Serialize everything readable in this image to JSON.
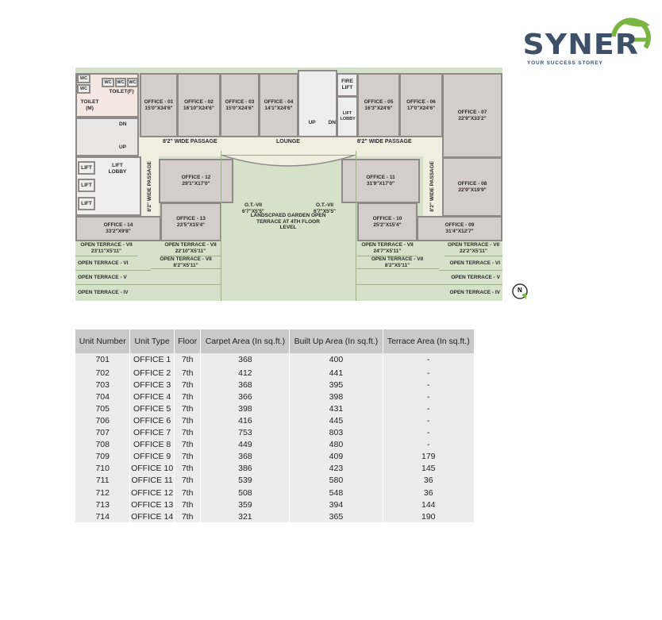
{
  "logo": {
    "word": "SYNER",
    "tagline": "YOUR SUCCESS STOREY",
    "colors": {
      "text": "#3e5068",
      "accent": "#7ab542"
    }
  },
  "plan": {
    "wc": [
      "WC",
      "WC",
      "WC",
      "WC",
      "WC"
    ],
    "toilet_f": "TOILET(F)",
    "toilet_m": "TOILET (M)",
    "up": "UP",
    "dn": "DN",
    "lift": "LIFT",
    "lift_lobby": "LIFT LOBBY",
    "fire_lift": "FIRE LIFT",
    "offices": {
      "o1": {
        "name": "OFFICE - 01",
        "size": "15'0\"X34'6\""
      },
      "o2": {
        "name": "OFFICE - 02",
        "size": "16'10\"X24'6\""
      },
      "o3": {
        "name": "OFFICE - 03",
        "size": "15'0\"X24'6\""
      },
      "o4": {
        "name": "OFFICE - 04",
        "size": "14'1\"X24'6\""
      },
      "o5": {
        "name": "OFFICE - 05",
        "size": "16'3\"X24'6\""
      },
      "o6": {
        "name": "OFFICE - 06",
        "size": "17'0\"X24'6\""
      },
      "o7": {
        "name": "OFFICE - 07",
        "size": "22'9\"X33'2\""
      },
      "o8": {
        "name": "OFFICE - 08",
        "size": "22'9\"X19'9\""
      },
      "o9": {
        "name": "OFFICE - 09",
        "size": "31'4\"X12'7\""
      },
      "o10": {
        "name": "OFFICE - 10",
        "size": "25'2\"X15'4\""
      },
      "o11": {
        "name": "OFFICE - 11",
        "size": "31'9\"X17'0\""
      },
      "o12": {
        "name": "OFFICE - 12",
        "size": "29'1\"X17'0\""
      },
      "o13": {
        "name": "OFFICE - 13",
        "size": "23'5\"X15'4\""
      },
      "o14": {
        "name": "OFFICE - 14",
        "size": "33'2\"X9'8\""
      }
    },
    "passage": "8'2\" WIDE PASSAGE",
    "lounge": "LOUNGE",
    "ot_left": {
      "name": "O.T.-VII",
      "size": "6'7\"X5'5\""
    },
    "ot_right": {
      "name": "O.T.-VII",
      "size": "6'7\"X5'5\""
    },
    "garden": "LANDSCPAED GARDEN OPEN TERRACE AT 4TH FLOOR LEVEL",
    "terraces": {
      "t7a": {
        "name": "OPEN TERRACE - VII",
        "size": "23'11\"X5'11\""
      },
      "t7b": {
        "name": "OPEN TERRACE - VII",
        "size": "22'10\"X5'11\""
      },
      "t7c": {
        "name": "OPEN TERRACE - VII",
        "size": "8'2\"X5'11\""
      },
      "t7d": {
        "name": "OPEN TERRACE - VII",
        "size": "24'7\"X5'11\""
      },
      "t7e": {
        "name": "OPEN TERRACE - VII",
        "size": "8'2\"X5'11\""
      },
      "t7f": {
        "name": "OPEN TERRACE - VII",
        "size": "22'2\"X5'11\""
      },
      "t6": "OPEN TERRACE - VI",
      "t5": "OPEN TERRACE - V",
      "t4": "OPEN TERRACE - IV"
    },
    "compass": "N"
  },
  "table": {
    "headers": [
      "Unit Number",
      "Unit Type",
      "Floor",
      "Carpet Area (In sq.ft.)",
      "Built Up Area (In sq.ft.)",
      "Terrace Area (In sq.ft.)"
    ],
    "rows": [
      [
        "701",
        "OFFICE 1",
        "7th",
        "368",
        "400",
        "-"
      ],
      [
        "702",
        "OFFICE 2",
        "7th",
        "412",
        "441",
        "-"
      ],
      [
        "703",
        "OFFICE 3",
        "7th",
        "368",
        "395",
        "-"
      ],
      [
        "704",
        "OFFICE 4",
        "7th",
        "366",
        "398",
        "-"
      ],
      [
        "705",
        "OFFICE 5",
        "7th",
        "398",
        "431",
        "-"
      ],
      [
        "706",
        "OFFICE 6",
        "7th",
        "416",
        "445",
        "-"
      ],
      [
        "707",
        "OFFICE 7",
        "7th",
        "753",
        "803",
        "-"
      ],
      [
        "708",
        "OFFICE 8",
        "7th",
        "449",
        "480",
        "-"
      ],
      [
        "709",
        "OFFICE 9",
        "7th",
        "368",
        "409",
        "179"
      ],
      [
        "710",
        "OFFICE 10",
        "7th",
        "386",
        "423",
        "145"
      ],
      [
        "711",
        "OFFICE 11",
        "7th",
        "539",
        "580",
        "36"
      ],
      [
        "712",
        "OFFICE 12",
        "7th",
        "508",
        "548",
        "36"
      ],
      [
        "713",
        "OFFICE 13",
        "7th",
        "359",
        "394",
        "144"
      ],
      [
        "714",
        "OFFICE 14",
        "7th",
        "321",
        "365",
        "190"
      ]
    ]
  }
}
